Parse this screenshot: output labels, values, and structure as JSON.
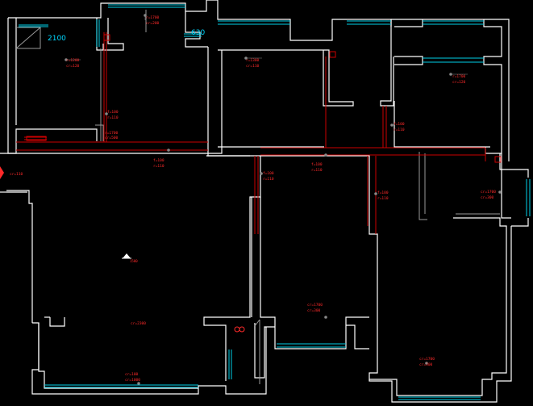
{
  "colors": {
    "background": "#000000",
    "wall": "#ffffff",
    "pipe": "#cc0000",
    "window": "#00cfe8",
    "door_frame": "#9a9a9a",
    "dimension": "#00d8ff",
    "tag": "#ff2a2a",
    "node": "#888888",
    "marker": "#ff2a2a"
  },
  "dimensions": [
    {
      "id": "dim-2100",
      "text": "2100"
    },
    {
      "id": "dim-630",
      "text": "630"
    }
  ],
  "tags": [
    {
      "id": "tag-1",
      "line1": "r=1700",
      "line2": "cr=200"
    },
    {
      "id": "tag-2",
      "line1": "r=1200",
      "line2": "cr=120"
    },
    {
      "id": "tag-3",
      "line1": "r=1300",
      "line2": "cr=110"
    },
    {
      "id": "tag-4",
      "line1": "r=1700",
      "line2": "cr=120"
    },
    {
      "id": "tag-5",
      "line1": "f=100",
      "line2": "r=110"
    },
    {
      "id": "tag-6",
      "line1": "f=100",
      "line2": "r=110"
    },
    {
      "id": "tag-7",
      "line1": "f=100",
      "line2": "r=110"
    },
    {
      "id": "tag-8",
      "line1": "f=100",
      "line2": "r=110"
    },
    {
      "id": "tag-9",
      "line1": "f=100",
      "line2": "r=110"
    },
    {
      "id": "tag-10",
      "line1": "f=100",
      "line2": "r=110"
    },
    {
      "id": "tag-11",
      "line1": "cr=1700",
      "line2": "cr=300"
    },
    {
      "id": "tag-12",
      "line1": "cr=110",
      "line2": ""
    },
    {
      "id": "tag-13",
      "line1": "cr=1700",
      "line2": "cr=300"
    },
    {
      "id": "tag-14",
      "line1": "cr=1700",
      "line2": "cr=300"
    },
    {
      "id": "tag-15",
      "line1": "cr=2300",
      "line2": ""
    },
    {
      "id": "tag-16",
      "line1": "cr=100",
      "line2": "cr=1000"
    },
    {
      "id": "tag-17",
      "line1": "r=1700",
      "line2": "cr=500"
    },
    {
      "id": "tag-18",
      "line1": "1500",
      "line2": ""
    }
  ],
  "symbols": [
    {
      "id": "lamp-symbol",
      "name": "ceiling-lamp-icon"
    },
    {
      "id": "entry-arrow",
      "name": "entry-arrow-icon"
    },
    {
      "id": "pipe-end-marker",
      "name": "pipe-end-icon"
    },
    {
      "id": "double-ring",
      "name": "double-ring-icon"
    }
  ]
}
